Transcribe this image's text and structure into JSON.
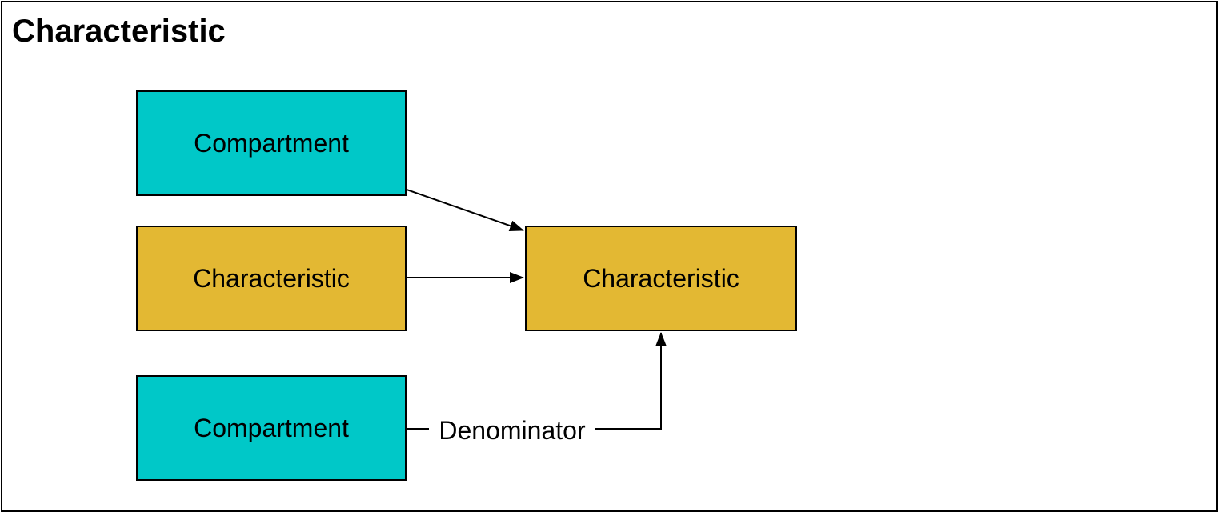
{
  "frame": {
    "title": "Characteristic"
  },
  "nodes": {
    "compartment_top": {
      "label": "Compartment",
      "color": "#00C8C8"
    },
    "characteristic_mid": {
      "label": "Characteristic",
      "color": "#E3B833"
    },
    "compartment_bottom": {
      "label": "Compartment",
      "color": "#00C8C8"
    },
    "characteristic_target": {
      "label": "Characteristic",
      "color": "#E3B833"
    }
  },
  "edges": [
    {
      "from": "compartment_top",
      "to": "characteristic_target",
      "label": ""
    },
    {
      "from": "characteristic_mid",
      "to": "characteristic_target",
      "label": ""
    },
    {
      "from": "compartment_bottom",
      "to": "characteristic_target",
      "label": "Denominator"
    }
  ]
}
